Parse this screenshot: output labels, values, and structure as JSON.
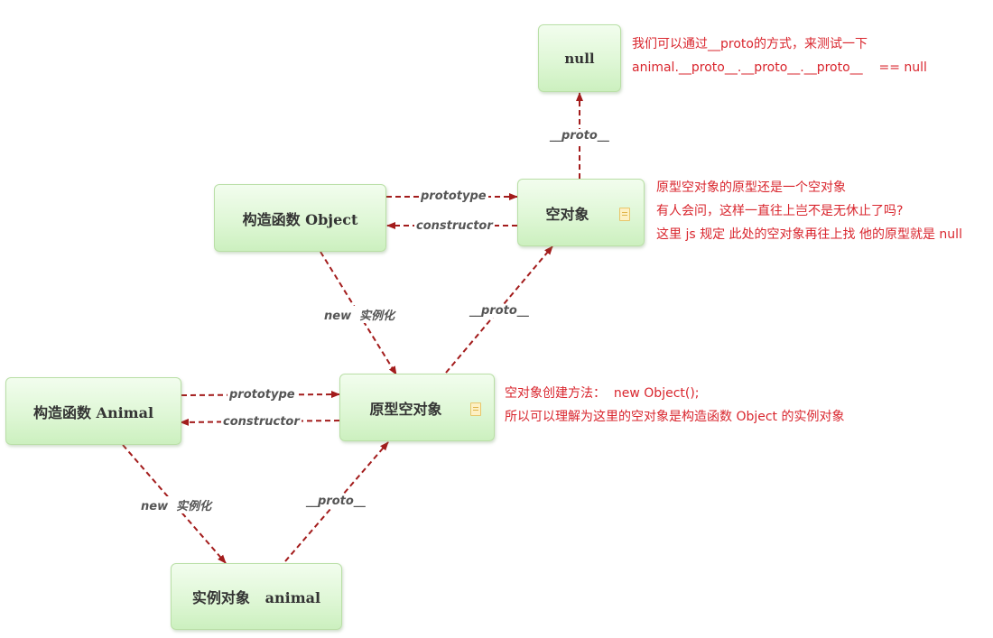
{
  "nodes": {
    "null": "null",
    "empty_object": "空对象",
    "object_ctor": "构造函数 Object",
    "prototype_object": "原型空对象",
    "animal_ctor": "构造函数 Animal",
    "instance": "实例对象   animal"
  },
  "edge_labels": {
    "proto_top": "__proto__",
    "object_prototype": "prototype",
    "object_constructor": "constructor",
    "object_new": "new  实例化",
    "proto_mid": "__proto__",
    "animal_prototype": "prototype",
    "animal_constructor": "constructor",
    "animal_new": "new  实例化",
    "proto_bottom": "__proto__"
  },
  "annotations": {
    "null_note": [
      "我们可以通过__proto的方式，来测试一下",
      "animal.__proto__.__proto__.__proto__    == null"
    ],
    "empty_note": [
      "原型空对象的原型还是一个空对象",
      "有人会问，这样一直往上岂不是无休止了吗?",
      "这里 js 规定 此处的空对象再往上找 他的原型就是 null"
    ],
    "proto_note": [
      "空对象创建方法：  new Object();",
      "所以可以理解为这里的空对象是构造函数 Object 的实例对象"
    ]
  },
  "colors": {
    "arrow": "#a31c1c",
    "annotation": "#d9262e",
    "node_border": "#b9dfa6"
  }
}
